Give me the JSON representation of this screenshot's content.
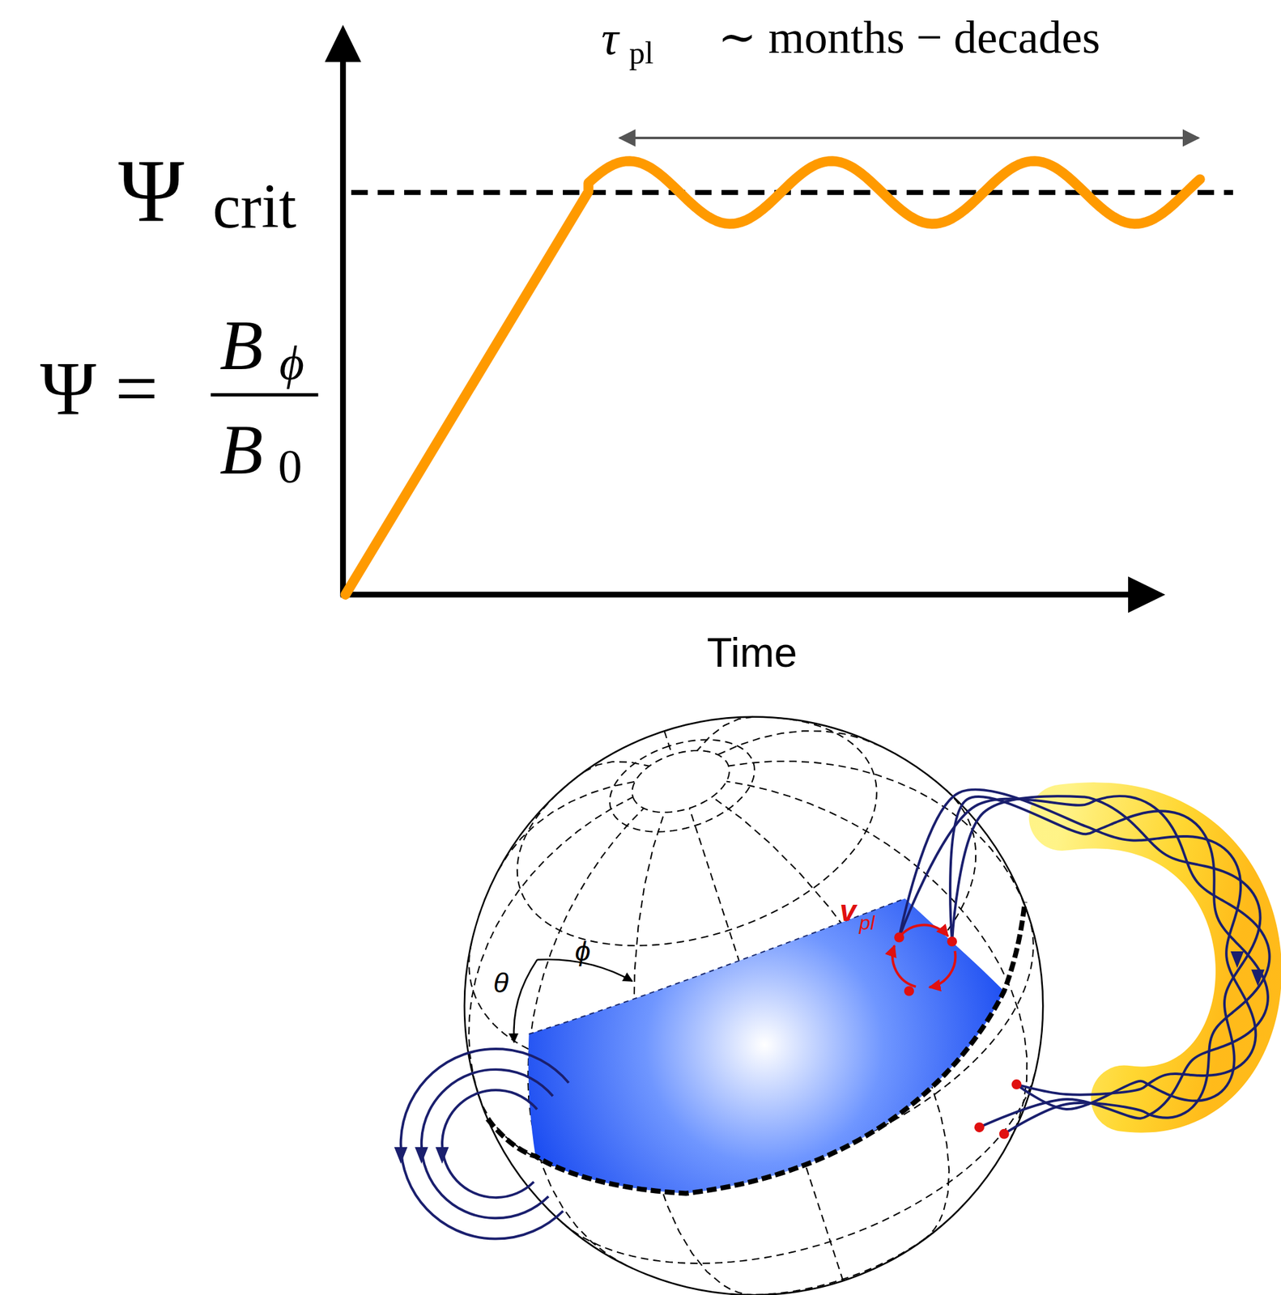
{
  "diagram": {
    "labels": [
      "τ",
      "pl",
      "∼ months − decades",
      "Ψ",
      "crit",
      "Ψ =",
      "B",
      "ϕ",
      "B",
      "0",
      "Time",
      "θ",
      "ϕ",
      "v",
      "pl"
    ]
  }
}
